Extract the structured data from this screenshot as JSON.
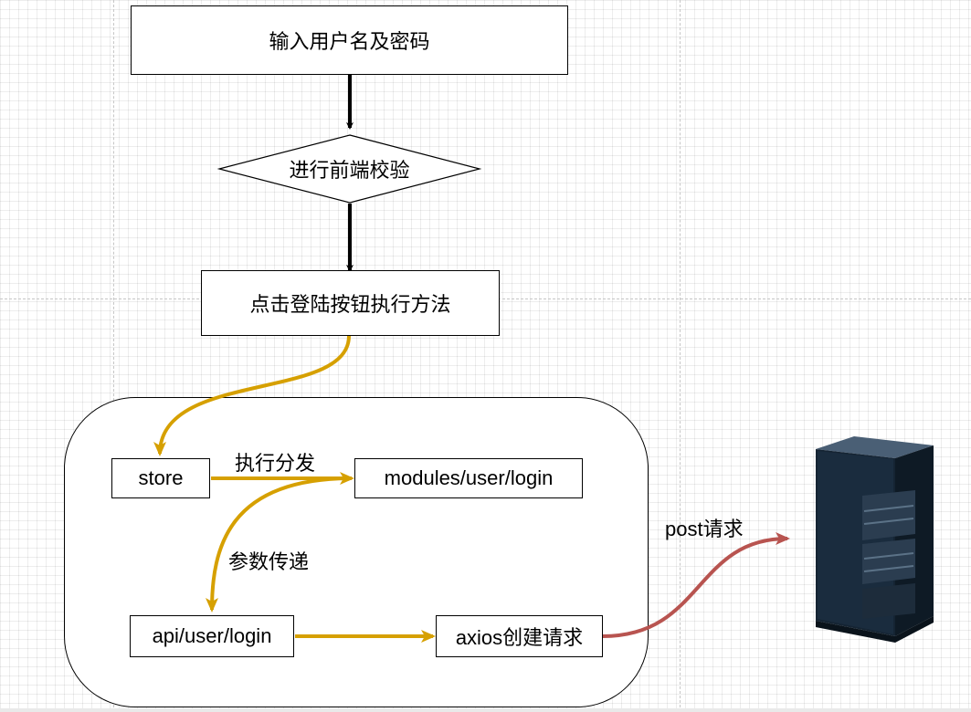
{
  "nodes": {
    "input": "输入用户名及密码",
    "validate": "进行前端校验",
    "click": "点击登陆按钮执行方法",
    "store": "store",
    "modules": "modules/user/login",
    "api": "api/user/login",
    "axios": "axios创建请求"
  },
  "edge_labels": {
    "dispatch": "执行分发",
    "params": "参数传递",
    "post": "post请求"
  },
  "colors": {
    "main_arrow": "#000000",
    "flow_arrow": "#d6a000",
    "request_arrow": "#b85450"
  },
  "icons": {
    "server": "server-rack-icon"
  }
}
